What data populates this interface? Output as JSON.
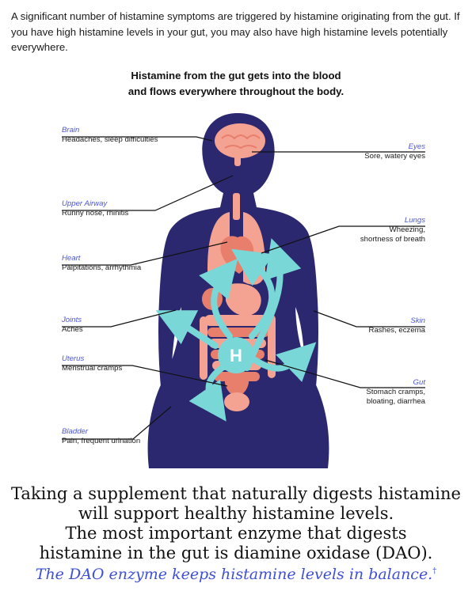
{
  "intro": "A significant number of histamine symptoms are triggered by histamine originating from the gut. If you have high histamine levels in your gut, you may also have high histamine levels potentially everywhere.",
  "diagram": {
    "title_line1": "Histamine from the gut gets into the blood",
    "title_line2": "and flows everywhere throughout the body.",
    "hub_label": "H",
    "colors": {
      "silhouette": "#2c2870",
      "organs": "#f4a292",
      "organ_dark": "#e77f6c",
      "arrows": "#79d8d7",
      "region_label": "#4a55d8"
    },
    "callouts": [
      {
        "region": "Brain",
        "symptom": "Headaches, sleep difficulties"
      },
      {
        "region": "Upper Airway",
        "symptom": "Runny nose, rhinitis"
      },
      {
        "region": "Heart",
        "symptom": "Palpitations, arrhythmia"
      },
      {
        "region": "Joints",
        "symptom": "Aches"
      },
      {
        "region": "Uterus",
        "symptom": "Menstrual cramps"
      },
      {
        "region": "Bladder",
        "symptom": "Pain, frequent urination"
      },
      {
        "region": "Eyes",
        "symptom": "Sore, watery eyes"
      },
      {
        "region": "Lungs",
        "symptom_line1": "Wheezing,",
        "symptom_line2": "shortness of breath"
      },
      {
        "region": "Skin",
        "symptom": "Rashes, eczema"
      },
      {
        "region": "Gut",
        "symptom_line1": "Stomach cramps,",
        "symptom_line2": "bloating, diarrhea"
      }
    ]
  },
  "bottom": {
    "line1": "Taking a supplement that naturally digests histamine",
    "line2": "will support healthy histamine levels.",
    "line3": "The most important enzyme that digests",
    "line4": "histamine in the gut is diamine oxidase (DAO)."
  },
  "tagline": {
    "text": "The DAO enzyme keeps histamine levels in balance.",
    "mark": "†"
  }
}
